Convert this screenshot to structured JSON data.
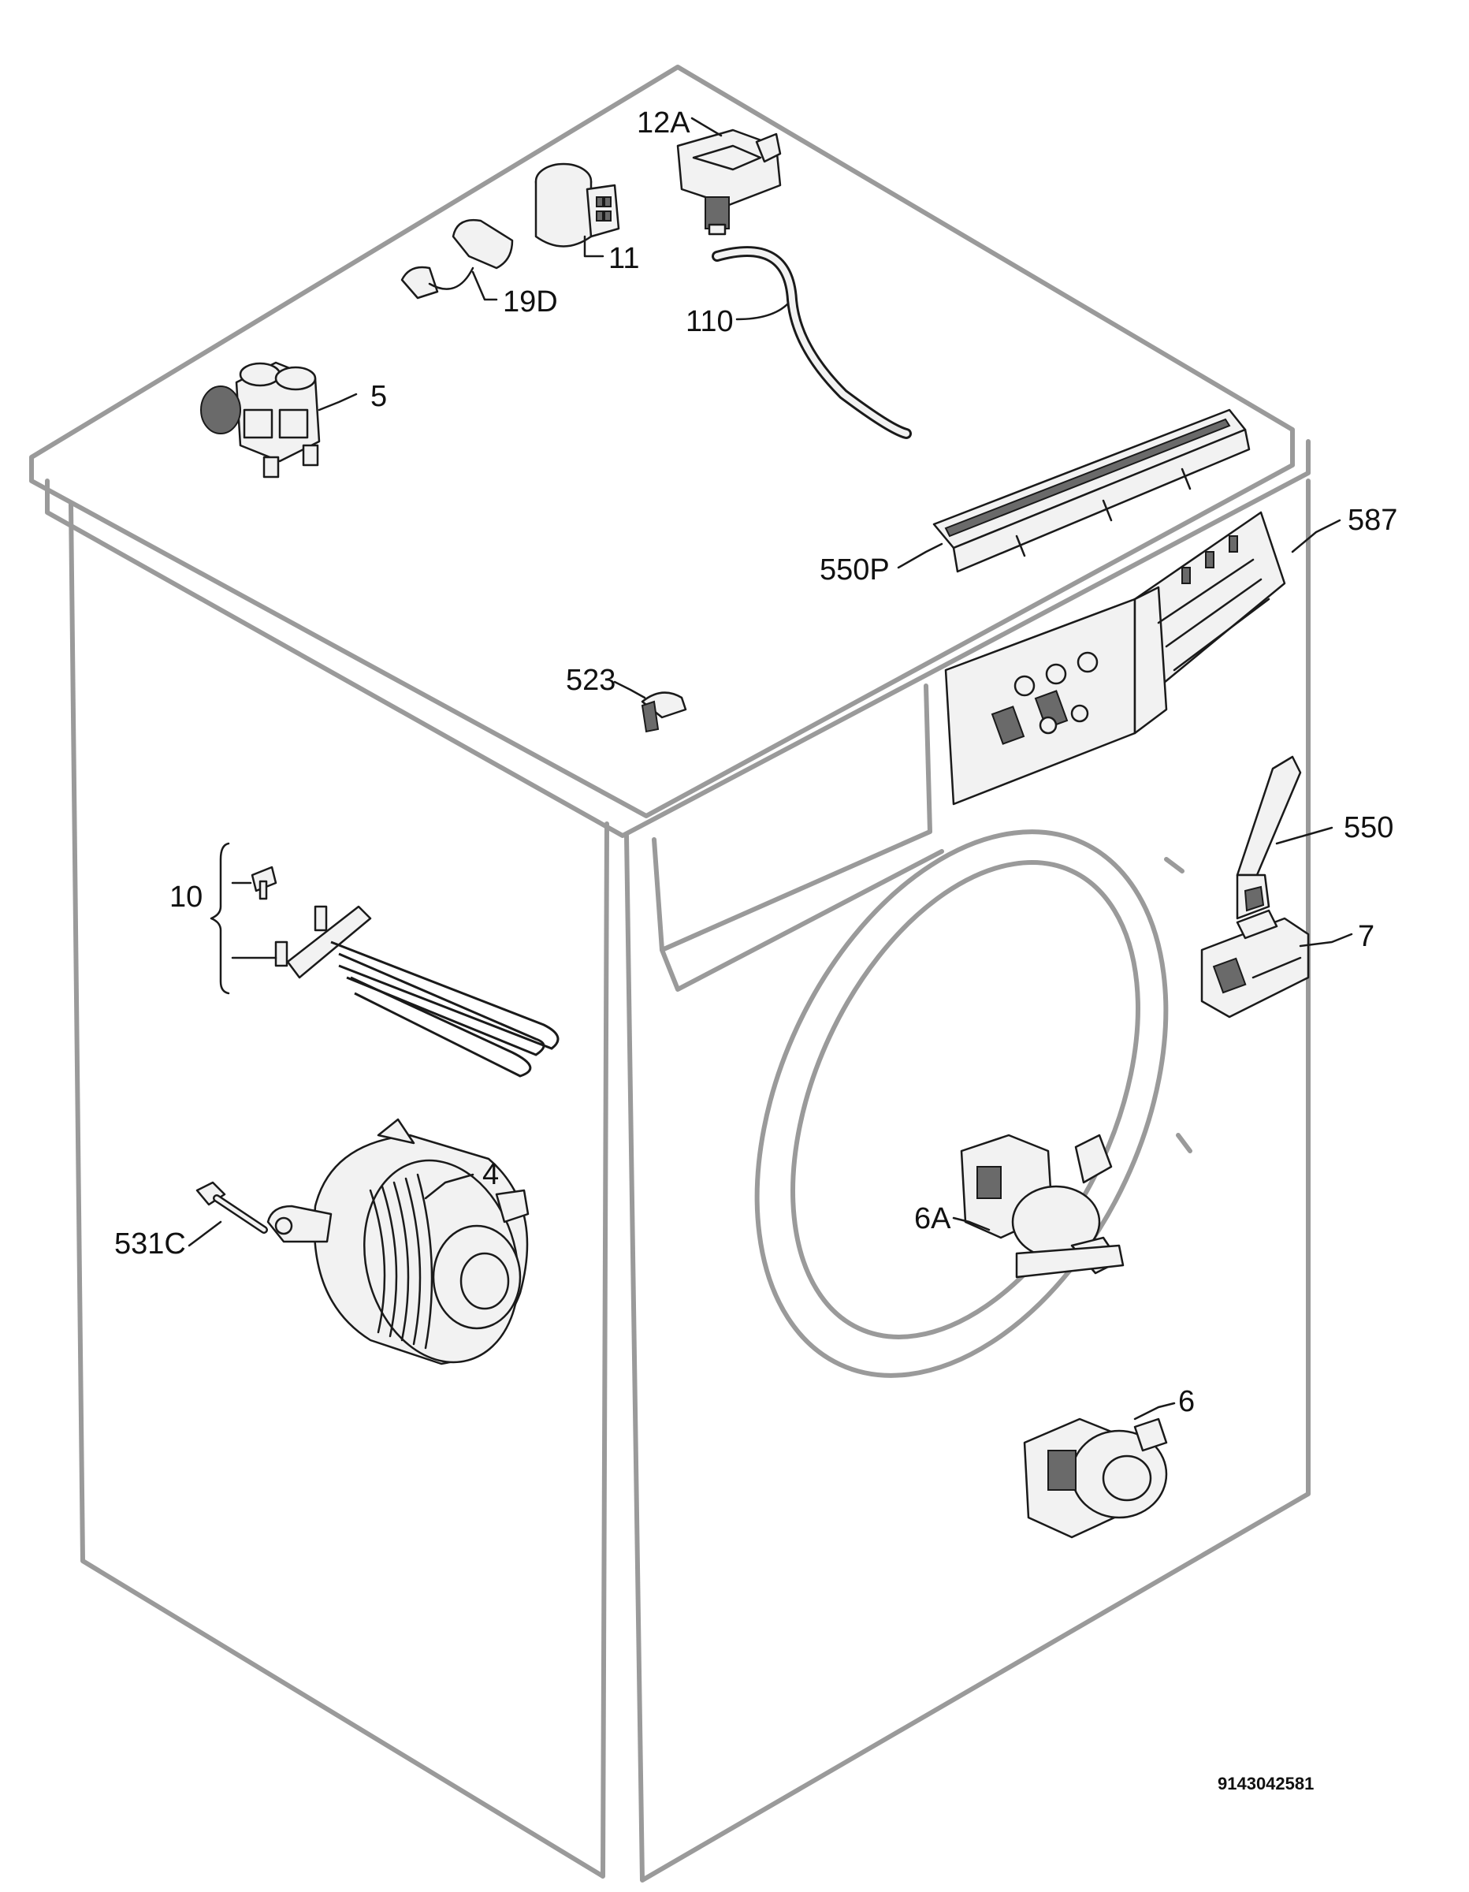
{
  "labels": {
    "l12A": "12A",
    "l11": "11",
    "l19D": "19D",
    "l110": "110",
    "l5": "5",
    "l550P": "550P",
    "l587": "587",
    "l523": "523",
    "l550": "550",
    "l7": "7",
    "l10": "10",
    "l4": "4",
    "l531C": "531C",
    "l6A": "6A",
    "l6": "6"
  },
  "document_code": "9143042581"
}
